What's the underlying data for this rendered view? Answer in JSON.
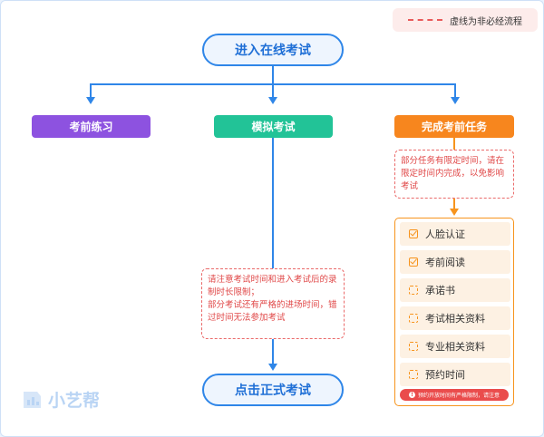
{
  "legend": {
    "label": "虚线为非必经流程"
  },
  "start_node": {
    "label": "进入在线考试"
  },
  "branches": {
    "practice": {
      "label": "考前练习",
      "color": "#8d52e0"
    },
    "mock": {
      "label": "模拟考试",
      "color": "#22c397"
    },
    "tasks": {
      "label": "完成考前任务",
      "color": "#f7861e"
    }
  },
  "tasks_note": {
    "text": "部分任务有限定时间，请在限定时间内完成，以免影响考试"
  },
  "mock_note": {
    "line1": "请注意考试时间和进入考试后的录制时长限制；",
    "line2": "部分考试还有严格的进场时间，错过时间无法参加考试"
  },
  "task_items": [
    {
      "label": "人脸认证",
      "required": true
    },
    {
      "label": "考前阅读",
      "required": true
    },
    {
      "label": "承诺书",
      "required": false
    },
    {
      "label": "考试相关资料",
      "required": false
    },
    {
      "label": "专业相关资料",
      "required": false
    },
    {
      "label": "预约时间",
      "required": false
    }
  ],
  "warning": {
    "text": "预约开放时间有严格限制，请注意"
  },
  "end_node": {
    "label": "点击正式考试"
  },
  "logo": {
    "text": "小艺帮"
  },
  "colors": {
    "primary": "#2f86e8",
    "dashed": "#ea6a6a",
    "task_border": "#f7941d"
  }
}
